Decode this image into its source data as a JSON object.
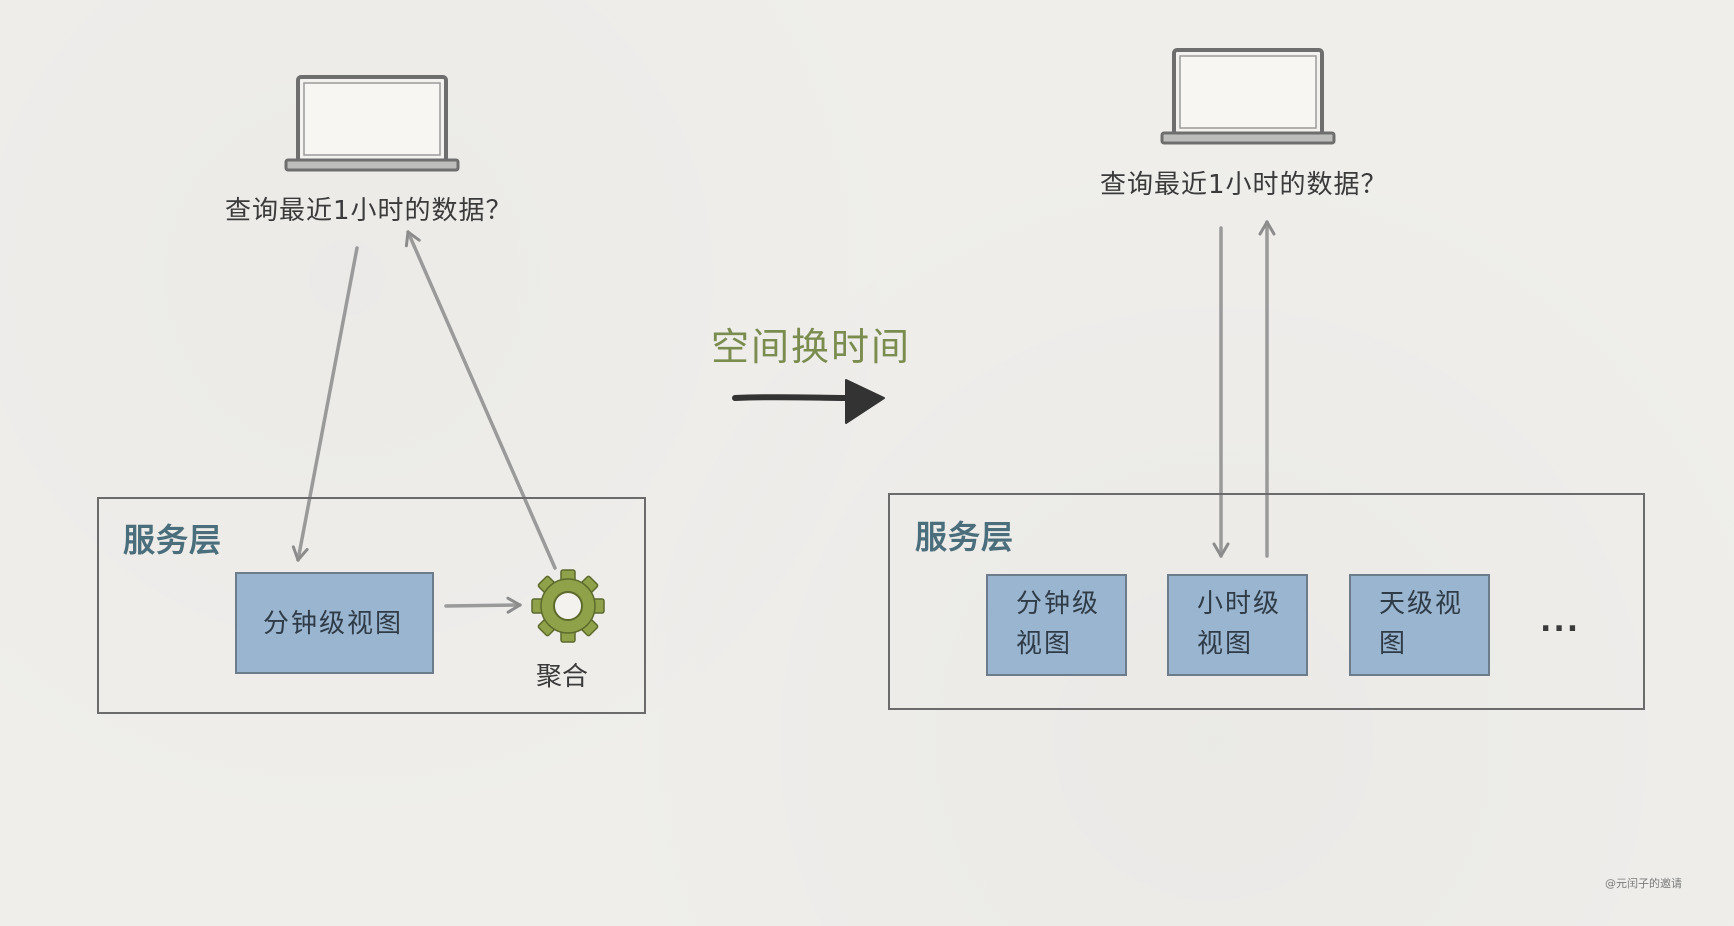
{
  "left_panel": {
    "query": "查询最近1小时的数据？",
    "layer_label": "服务层",
    "minute_view": "分钟级视图",
    "aggregate_label": "聚合"
  },
  "middle": {
    "title": "空间换时间"
  },
  "right_panel": {
    "query": "查询最近1小时的数据？",
    "layer_label": "服务层",
    "views": [
      {
        "line1": "分钟级",
        "line2": "视图"
      },
      {
        "line1": "小时级",
        "line2": "视图"
      },
      {
        "line1": "天级视",
        "line2": "图"
      }
    ],
    "more": "..."
  },
  "watermark": "@元闰子的邀请",
  "colors": {
    "background": "#efeeeb",
    "view_fill": "#9ab5cf",
    "layer_label": "#4a6e7c",
    "title": "#7a8c4e",
    "gear": "#8fa24a"
  },
  "icons": [
    "laptop-icon",
    "gear-icon",
    "arrow-right-icon"
  ]
}
